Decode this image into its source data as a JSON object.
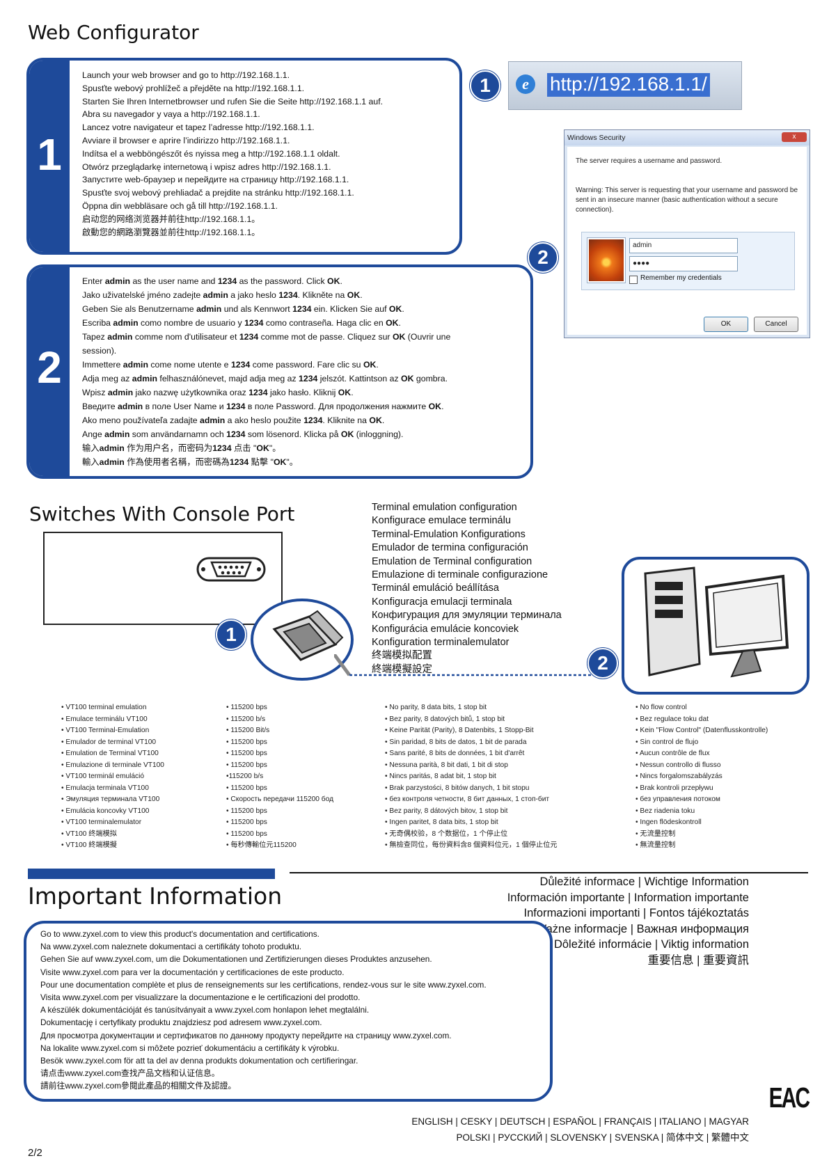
{
  "title_web": "Web Configurator",
  "step1": {
    "number": "1",
    "lines": [
      "Launch your web browser and go to http://192.168.1.1.",
      "Spusťte webový prohlížeč a přejděte na http://192.168.1.1.",
      "Starten Sie Ihren Internetbrowser und rufen Sie die Seite http://192.168.1.1 auf.",
      "Abra su navegador y vaya a http://192.168.1.1.",
      "Lancez votre navigateur et tapez l’adresse http://192.168.1.1.",
      "Avviare il browser e aprire l’indirizzo http://192.168.1.1.",
      "Indítsa el a webböngészőt és nyissa meg a http://192.168.1.1 oldalt.",
      "Otwórz przeglądarkę internetową i wpisz adres http://192.168.1.1.",
      "Запустите web-браузер и перейдите на страницу http://192.168.1.1.",
      "Spusťte svoj webový prehliadač a prejdite na stránku http://192.168.1.1.",
      "Öppna din webbläsare och gå till http://192.168.1.1.",
      "启动您的网络浏览器并前往http://192.168.1.1。",
      "啟動您的網路瀏覽器並前往http://192.168.1.1。"
    ]
  },
  "step2": {
    "number": "2",
    "lines": [
      [
        "Enter ",
        "admin",
        " as the user name and ",
        "1234",
        " as the password. Click ",
        "OK",
        "."
      ],
      [
        "Jako uživatelské jméno zadejte ",
        "admin",
        " a jako heslo ",
        "1234",
        ". Klikněte na ",
        "OK",
        "."
      ],
      [
        "Geben Sie als Benutzername ",
        "admin",
        " und als Kennwort ",
        "1234",
        " ein. Klicken Sie auf ",
        "OK",
        "."
      ],
      [
        "Escriba ",
        "admin",
        " como nombre de usuario y ",
        "1234",
        " como contraseña. Haga clic en ",
        "OK",
        "."
      ],
      [
        "Tapez ",
        "admin",
        " comme nom d'utilisateur et ",
        "1234",
        " comme mot de passe. Cliquez sur ",
        "OK",
        " (Ouvrir une"
      ],
      [
        "session).",
        "",
        "",
        "",
        "",
        "",
        ""
      ],
      [
        "Immettere ",
        "admin",
        " come nome utente e ",
        "1234",
        " come password. Fare clic su ",
        "OK",
        "."
      ],
      [
        "Adja meg az ",
        "admin",
        " felhasználónevet, majd adja meg az ",
        "1234",
        " jelszót. Kattintson az ",
        "OK",
        " gombra."
      ],
      [
        "Wpisz ",
        "admin",
        " jako nazwę użytkownika oraz ",
        "1234",
        " jako hasło. Kliknij ",
        "OK",
        "."
      ],
      [
        "Введите ",
        "admin",
        " в поле User Name и ",
        "1234",
        " в поле Password. Для продолжения нажмите ",
        "OK",
        "."
      ],
      [
        "Ako meno používateľa zadajte ",
        "admin",
        " a ako heslo použite ",
        "1234",
        ". Kliknite na ",
        "OK",
        "."
      ],
      [
        "Ange ",
        "admin",
        " som användarnamn och ",
        "1234",
        " som lösenord. Klicka på ",
        "OK",
        " (inloggning)."
      ],
      [
        "输入",
        "admin",
        " 作为用户名，而密码为",
        "1234",
        " 点击 \"",
        "OK",
        "\"。"
      ],
      [
        "輸入",
        "admin",
        " 作為使用者名稱，而密碼為",
        "1234",
        " 點擊 \"",
        "OK",
        "\"。"
      ]
    ]
  },
  "browser": {
    "badge": "1",
    "url": "http://192.168.1.1/"
  },
  "dialog": {
    "badge": "2",
    "title": "Windows Security",
    "close": "x",
    "msg1": "The server requires a username and password.",
    "msg2": "Warning: This server is requesting that your username and password be sent in an insecure manner (basic authentication without a secure connection).",
    "username": "admin",
    "password": "●●●●",
    "remember": "Remember my credentials",
    "ok": "OK",
    "cancel": "Cancel"
  },
  "title_console": "Switches With Console Port",
  "console_badge1": "1",
  "console_badge2": "2",
  "terminal_lines": [
    "Terminal emulation configuration",
    "Konfigurace emulace terminálu",
    "Terminal-Emulation Konfigurations",
    "Emulador de termina configuración",
    "Emulation de Terminal configuration",
    "Emulazione di terminale configurazione",
    "Terminál emuláció beállítása",
    "Konfiguracja emulacji terminala",
    "Конфигурация для эмуляции терминала",
    "Konfigurácia emulácie koncoviek",
    "Konfiguration terminalemulator",
    "终端模拟配置",
    "終端模擬設定"
  ],
  "settings": {
    "col1": [
      "• VT100 terminal emulation",
      "• Emulace terminálu VT100",
      "• VT100 Terminal-Emulation",
      "• Emulador de terminal VT100",
      "• Emulation de Terminal VT100",
      "• Emulazione di terminale VT100",
      "• VT100 terminál emuláció",
      "• Emulacja terminala VT100",
      "• Эмуляция терминала VT100",
      "• Emulácia koncovky VT100",
      "• VT100 terminalemulator",
      "• VT100 终端模拟",
      "• VT100 終端模擬"
    ],
    "col2": [
      "• 115200 bps",
      "• 115200 b/s",
      "• 115200 Bit/s",
      "• 115200 bps",
      "• 115200 bps",
      "• 115200 bps",
      "•115200 b/s",
      "• 115200 bps",
      "• Скорость передачи 115200 бод",
      "• 115200 bps",
      "• 115200 bps",
      "• 115200 bps",
      "• 每秒傳輸位元115200"
    ],
    "col3": [
      "• No parity, 8 data bits, 1 stop bit",
      "• Bez parity, 8 datových bitů, 1 stop bit",
      "• Keine Parität (Parity), 8 Datenbits, 1 Stopp-Bit",
      "• Sin paridad, 8 bits de datos, 1 bit de parada",
      "• Sans parité, 8 bits de données, 1 bit d'arrêt",
      "• Nessuna parità, 8 bit dati, 1 bit di stop",
      "• Nincs paritás, 8 adat bit, 1 stop bit",
      "• Brak parzystości, 8 bitów danych, 1 bit stopu",
      "• без контроля четности, 8 бит данных, 1 стоп-бит",
      "• Bez parity, 8 dátových bitov, 1 stop bit",
      "• Ingen paritet, 8 data bits, 1 stop bit",
      "• 无奇偶校验，8 个数据位，1 个停止位",
      "• 無檢查同位，每份資料含8 個資料位元，1 個停止位元"
    ],
    "col4": [
      "• No flow control",
      "• Bez regulace toku dat",
      "• Kein \"Flow Control\" (Datenflusskontrolle)",
      "• Sin control de flujo",
      "• Aucun contrôle de flux",
      "• Nessun controllo di flusso",
      "• Nincs forgalomszabályzás",
      "• Brak kontroli przepływu",
      "• без управления потоком",
      "• Bez riadenia toku",
      "• Ingen flödeskontroll",
      "• 无流量控制",
      "• 無流量控制"
    ]
  },
  "title_important": "Important Information",
  "important_langs": [
    [
      "Důležité informace",
      "Wichtige Information"
    ],
    [
      "Información importante",
      "Information importante"
    ],
    [
      "Informazioni importanti",
      "Fontos tájékoztatás"
    ],
    [
      "Ważne informacje",
      "Важная информация"
    ],
    [
      "Dôležité informácie",
      "Viktig information"
    ],
    [
      "重要信息",
      "重要資訊"
    ]
  ],
  "important_lines": [
    "Go to www.zyxel.com to view this product's documentation and certifications.",
    "Na www.zyxel.com naleznete dokumentaci a certifikáty tohoto produktu.",
    "Gehen Sie auf www.zyxel.com, um die Dokumentationen und Zertifizierungen dieses Produktes anzusehen.",
    "Visite www.zyxel.com para ver la documentación y certificaciones de este producto.",
    "Pour une documentation complète et plus de renseignements sur les certifications, rendez-vous sur le site www.zyxel.com.",
    "Visita www.zyxel.com per visualizzare la documentazione e le certificazioni del prodotto.",
    "A készülék dokumentációját és tanúsítványait a www.zyxel.com honlapon lehet megtalálni.",
    "Dokumentację i certyfikaty produktu znajdziesz pod adresem www.zyxel.com.",
    "Для просмотра документации и сертификатов по данному продукту перейдите на страницу www.zyxel.com.",
    "Na lokalite www.zyxel.com si môžete pozrieť dokumentáciu a certifikáty k výrobku.",
    "Besök www.zyxel.com för att ta del av denna produkts dokumentation och certifieringar.",
    "请点击www.zyxel.com查找产品文档和认证信息。",
    "請前往www.zyxel.com參閱此產品的相關文件及認證。"
  ],
  "eac": "EAC",
  "footer_line1": "ENGLISH | CESKY | DEUTSCH | ESPAÑOL | FRANÇAIS | ITALIANO | MAGYAR",
  "footer_line2": "POLSKI | РУССКИЙ | SLOVENSKY | SVENSKA | 简体中文 | 繁體中文",
  "page": "2/2",
  "colors": {
    "brand": "#1e4a9a"
  }
}
